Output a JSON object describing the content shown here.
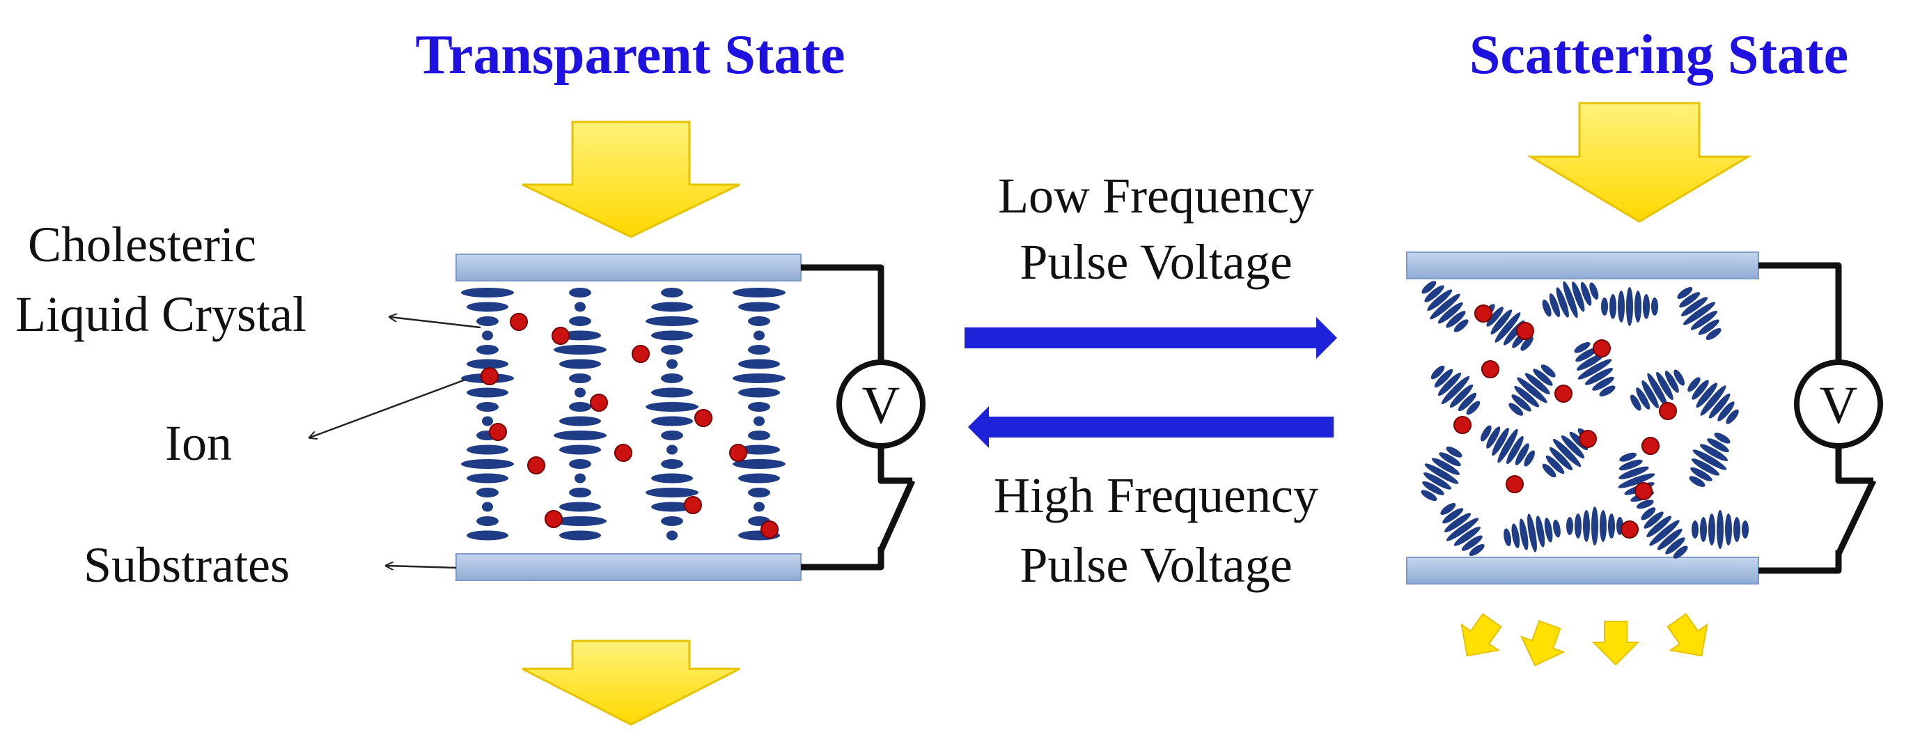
{
  "titles": {
    "left": "Transparent State",
    "right": "Scattering State"
  },
  "labels": {
    "cholesteric_line1": "Cholesteric",
    "cholesteric_line2": "Liquid Crystal",
    "ion": "Ion",
    "substrates": "Substrates"
  },
  "transition": {
    "forward_line1": "Low Frequency",
    "forward_line2": "Pulse Voltage",
    "backward_line1": "High Frequency",
    "backward_line2": "Pulse Voltage"
  },
  "voltmeter": {
    "symbol": "V"
  },
  "colors": {
    "title": "#1f12e0",
    "arrow_light": "#ffe600",
    "arrow_blue": "#1e22d8",
    "substrate": "#a9c2e2",
    "molecule": "#1f3c86",
    "ion": "#cc1111"
  }
}
